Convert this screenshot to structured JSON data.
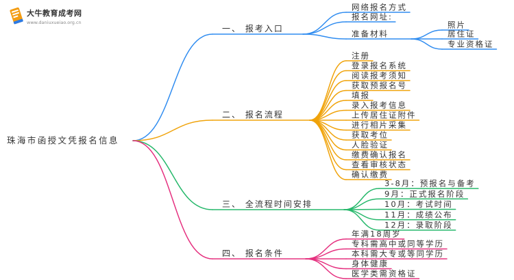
{
  "logo": {
    "title": "大牛教育成考网",
    "url": "www.daniuxueiao.org.cn",
    "icon": "book-icon"
  },
  "root": {
    "label": "珠海市函授文凭报名信息"
  },
  "branches": [
    {
      "label": "一、 报考入口",
      "color": "#2f8cf0",
      "children": [
        {
          "label": "网络报名方式"
        },
        {
          "label": "报名网址:"
        },
        {
          "label": "准备材料",
          "children": [
            {
              "label": "照片"
            },
            {
              "label": "居住证"
            },
            {
              "label": "专业资格证"
            }
          ]
        }
      ]
    },
    {
      "label": "二、 报名流程",
      "color": "#f0a30a",
      "children": [
        {
          "label": "注册"
        },
        {
          "label": "登录报名系统"
        },
        {
          "label": "阅读报考须知"
        },
        {
          "label": "获取预报名号"
        },
        {
          "label": "填报"
        },
        {
          "label": "录入报考信息"
        },
        {
          "label": "上传居住证附件"
        },
        {
          "label": "进行相片采集"
        },
        {
          "label": "获取考位"
        },
        {
          "label": "人脸验证"
        },
        {
          "label": "缴费确认报名"
        },
        {
          "label": "查看审核状态"
        },
        {
          "label": "确认缴费"
        }
      ]
    },
    {
      "label": "三、 全流程时间安排",
      "color": "#26b86b",
      "children": [
        {
          "label": "3-8月：预报名与备考"
        },
        {
          "label": "9月：正式报名阶段"
        },
        {
          "label": "10月：考试时间"
        },
        {
          "label": "11月：成绩公布"
        },
        {
          "label": "12月：录取阶段"
        }
      ]
    },
    {
      "label": "四、 报名条件",
      "color": "#e5307f",
      "children": [
        {
          "label": "年满18周岁"
        },
        {
          "label": "专科需高中或同等学历"
        },
        {
          "label": "本科需大专或等同学历"
        },
        {
          "label": "身体健康"
        },
        {
          "label": "医学类需资格证"
        }
      ]
    }
  ]
}
